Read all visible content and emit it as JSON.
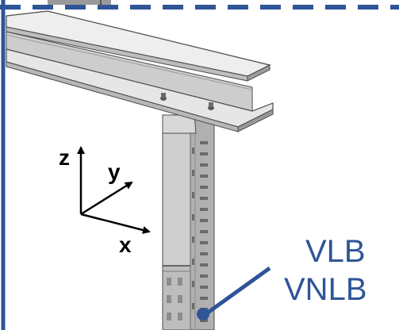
{
  "axes": {
    "x_label": "x",
    "y_label": "y",
    "z_label": "z"
  },
  "callout": {
    "line1": "VLB",
    "line2": "VNLB"
  },
  "colors": {
    "frame": "#2f5597",
    "callout_text": "#2f5597",
    "steel_light": "#e8e8e8",
    "steel_mid": "#c4c4c4",
    "steel_dark": "#8e8e8e",
    "outline": "#4a4a4a"
  }
}
